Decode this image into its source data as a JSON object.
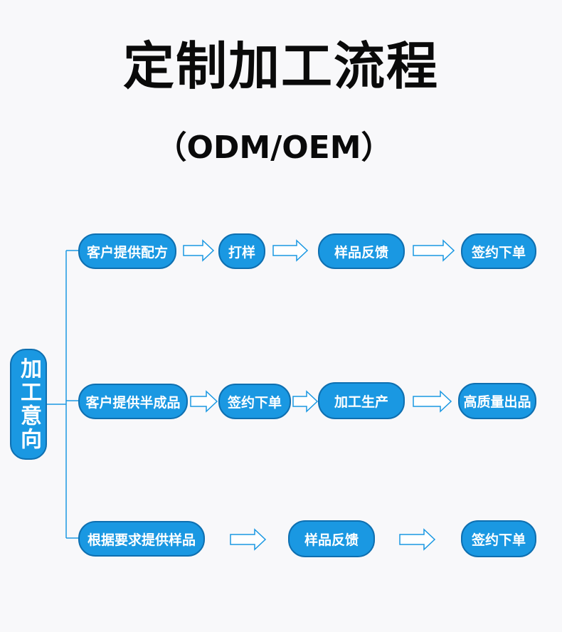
{
  "title": "定制加工流程",
  "subtitle": "（ODM/OEM）",
  "root": {
    "label": "加工意向"
  },
  "rows": [
    {
      "steps": [
        "客户提供配方",
        "打样",
        "样品反馈",
        "签约下单"
      ]
    },
    {
      "steps": [
        "客户提供半成品",
        "签约下单",
        "加工生产",
        "高质量出品"
      ]
    },
    {
      "steps": [
        "根据要求提供样品",
        "样品反馈",
        "签约下单"
      ]
    }
  ],
  "colors": {
    "node_fill": "#1a98e2",
    "node_border": "#0e6fb0",
    "connector": "#1a98e2",
    "text": "#0a0a0a"
  }
}
